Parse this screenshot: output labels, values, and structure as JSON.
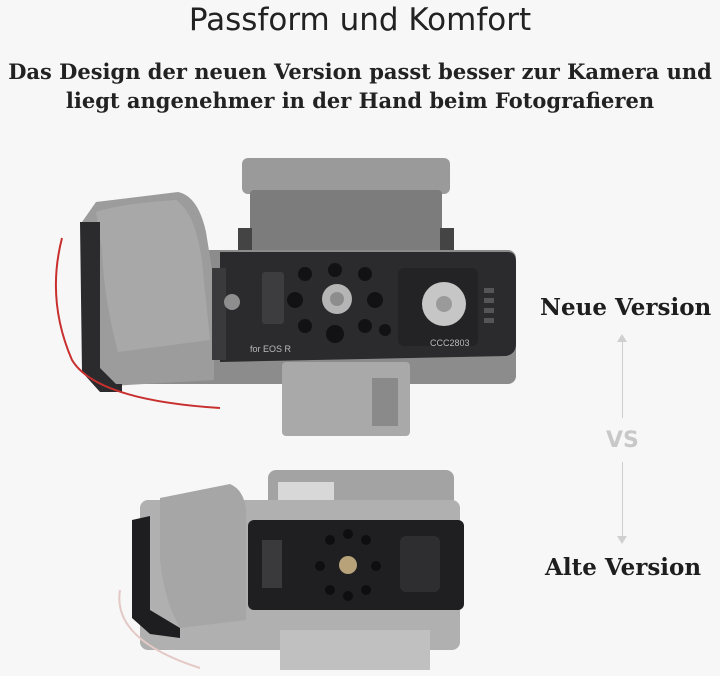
{
  "header": {
    "title": "Passform und Komfort",
    "subtitle_line1": "Das Design der neuen Version passt besser zur Kamera und",
    "subtitle_line2": "liegt angenehmer in der Hand beim Fotografieren"
  },
  "comparison": {
    "new_label": "Neue Version",
    "old_label": "Alte Version",
    "vs_label": "VS"
  },
  "cage_new": {
    "engraving_model": "for EOS R",
    "engraving_code": "CCC2803"
  },
  "colors": {
    "accent_red": "#c8302f",
    "cage_dark": "#2b2b2e",
    "camera_gray": "#8a8a8a"
  }
}
